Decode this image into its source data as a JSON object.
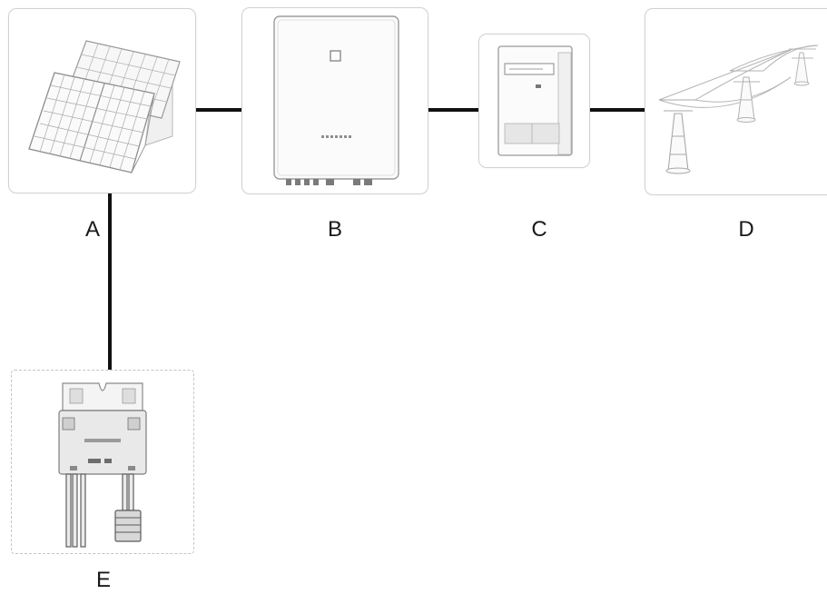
{
  "diagram": {
    "nodes": [
      {
        "id": "A",
        "label": "A",
        "icon": "solar-panel-array-icon"
      },
      {
        "id": "B",
        "label": "B",
        "icon": "inverter-icon"
      },
      {
        "id": "C",
        "label": "C",
        "icon": "electricity-meter-icon"
      },
      {
        "id": "D",
        "label": "D",
        "icon": "power-grid-pylons-icon"
      },
      {
        "id": "E",
        "label": "E",
        "icon": "pv-module-optimizer-icon"
      }
    ],
    "connections": [
      {
        "from": "A",
        "to": "B"
      },
      {
        "from": "B",
        "to": "C"
      },
      {
        "from": "C",
        "to": "D"
      },
      {
        "from": "A",
        "to": "E"
      }
    ]
  }
}
